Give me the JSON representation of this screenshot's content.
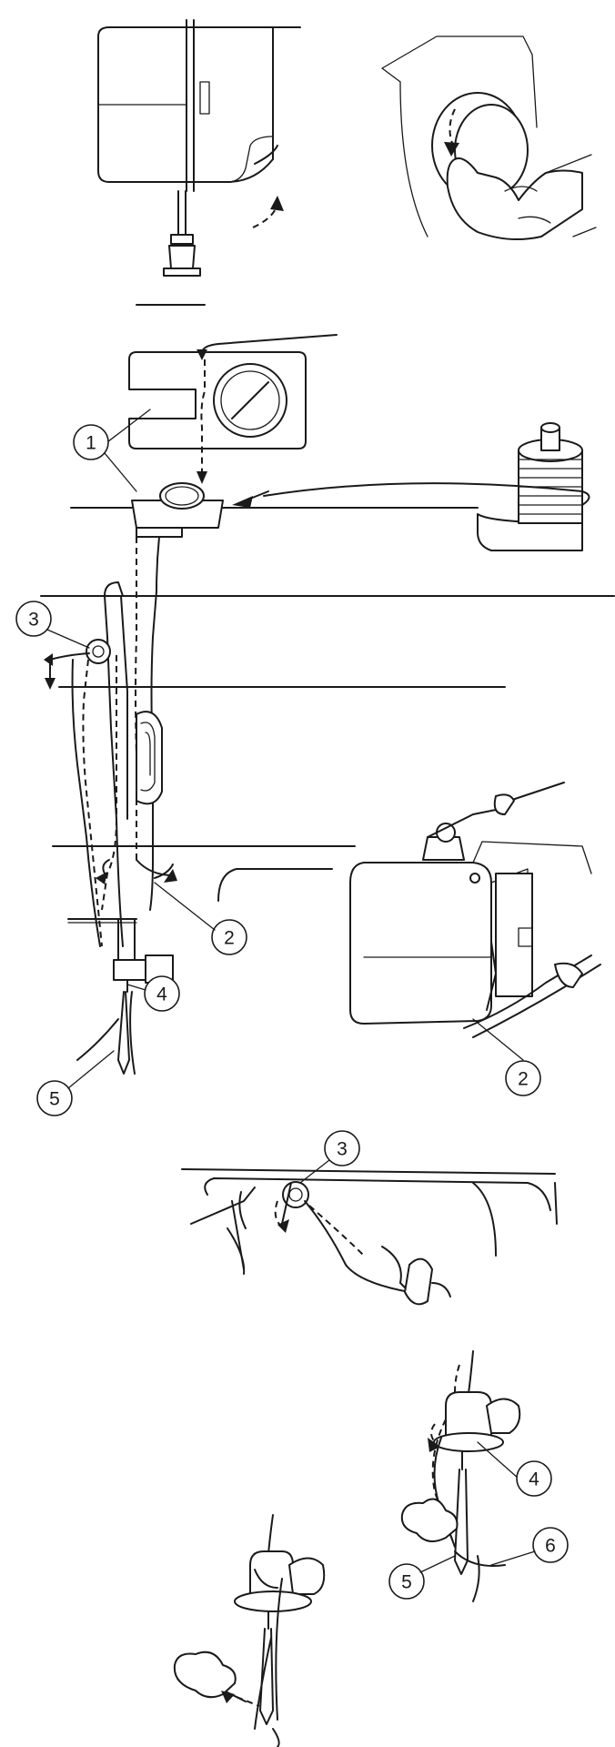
{
  "callouts": {
    "c1": "1",
    "c2a": "2",
    "c2b": "2",
    "c3a": "3",
    "c3b": "3",
    "c4a": "4",
    "c4b": "4",
    "c5a": "5",
    "c5b": "5",
    "c6": "6"
  },
  "colors": {
    "line": "#1a1a1a",
    "background": "#ffffff"
  }
}
